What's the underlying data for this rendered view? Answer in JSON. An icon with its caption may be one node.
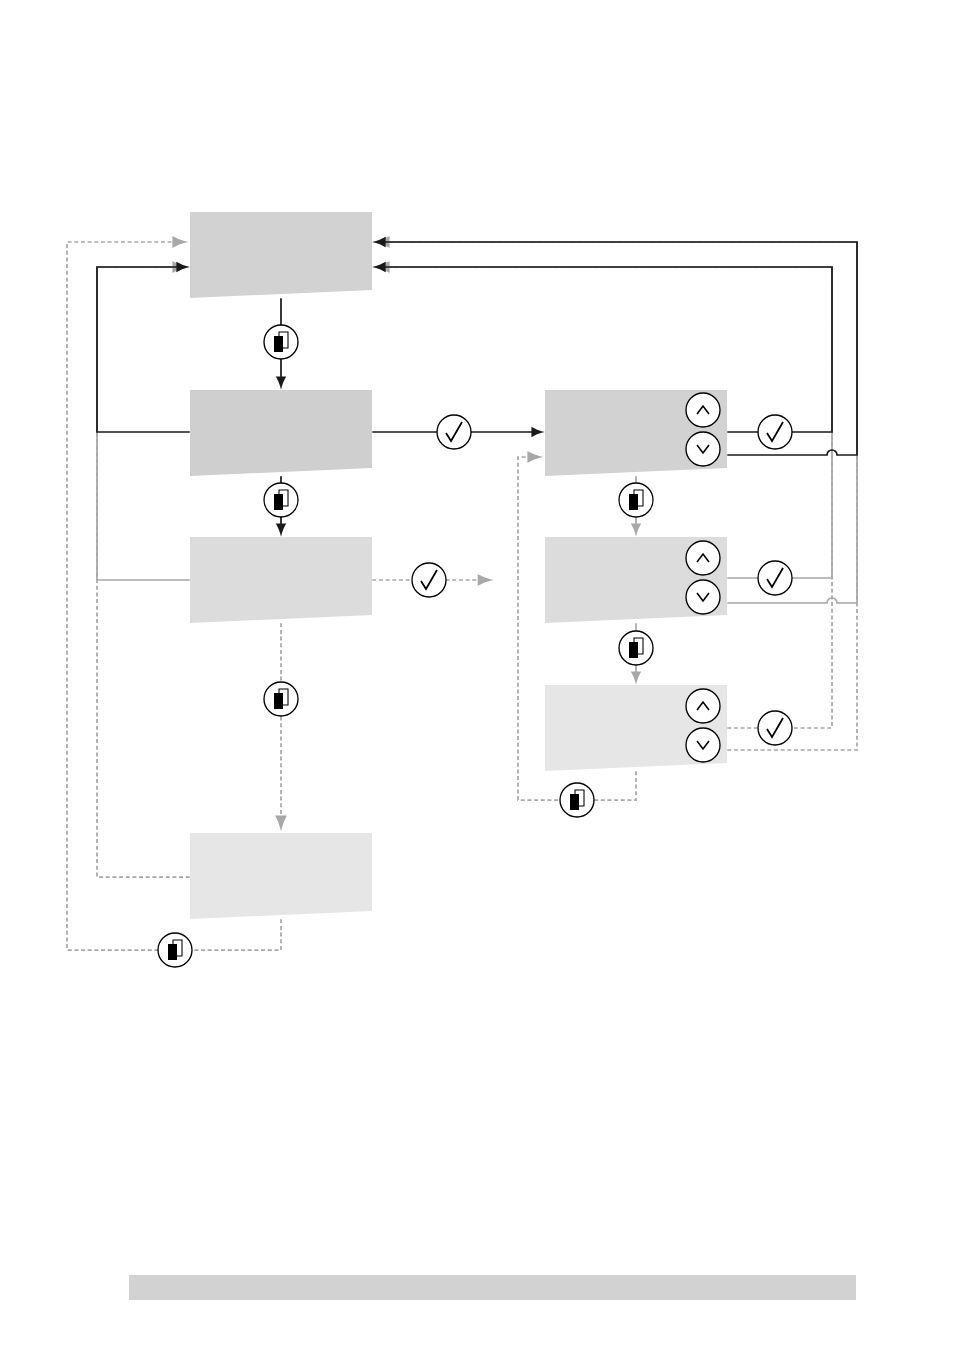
{
  "diagram": {
    "nodes": [
      {
        "text": [],
        "shape": "box"
      },
      {
        "text": [],
        "shape": "box"
      },
      {
        "text": [],
        "shape": "box"
      },
      {
        "text": [],
        "shape": "box"
      },
      {
        "text": [],
        "shape": "box"
      },
      {
        "text": [],
        "shape": "box"
      },
      {
        "text": [],
        "shape": "box"
      }
    ],
    "edges": [
      {
        "from": 0,
        "to": 1,
        "arrow": "to",
        "color": "#1a1a1a"
      },
      {
        "from": 1,
        "to": 2,
        "arrow": "to",
        "color": "#1a1a1a"
      },
      {
        "from": 2,
        "to": 3,
        "arrow": "to",
        "style": "dashed"
      },
      {
        "from": 3,
        "to": 0,
        "arrow": "to",
        "style": "dashed"
      },
      {
        "from": 1,
        "to": 0,
        "arrow": "to",
        "color": "#1a1a1a"
      },
      {
        "from": 2,
        "to": 0,
        "arrow": "to"
      },
      {
        "from": 3,
        "to": 0,
        "arrow": "to",
        "style": "dashed"
      },
      {
        "from": 1,
        "to": 4,
        "arrow": "to",
        "color": "#1a1a1a"
      },
      {
        "from": 2,
        "to": null,
        "arrow": "to",
        "style": "dashed"
      },
      {
        "from": 4,
        "to": 5,
        "arrow": "to"
      },
      {
        "from": 5,
        "to": 6,
        "arrow": "to"
      },
      {
        "from": 6,
        "to": 4,
        "arrow": "to",
        "style": "dashed"
      },
      {
        "from": 4,
        "to": 0,
        "arrow": "to",
        "color": "#1a1a1a"
      },
      {
        "from": 4,
        "to": 0,
        "arrow": "to",
        "color": "#1a1a1a"
      },
      {
        "from": 5,
        "to": 0,
        "arrow": "to"
      },
      {
        "from": 5,
        "to": 0,
        "arrow": "to"
      },
      {
        "from": 6,
        "to": 0,
        "arrow": "to",
        "style": "dashed"
      },
      {
        "from": 6,
        "to": 0,
        "arrow": "to",
        "style": "dashed"
      }
    ]
  }
}
